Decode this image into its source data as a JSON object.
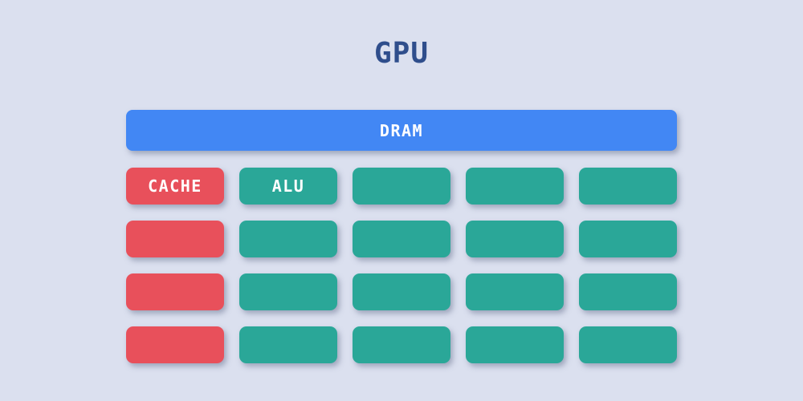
{
  "title": "GPU",
  "dram": {
    "label": "DRAM"
  },
  "grid": {
    "rows": [
      [
        {
          "type": "cache",
          "label": "CACHE"
        },
        {
          "type": "alu",
          "label": "ALU"
        },
        {
          "type": "alu",
          "label": ""
        },
        {
          "type": "alu",
          "label": ""
        },
        {
          "type": "alu",
          "label": ""
        }
      ],
      [
        {
          "type": "cache",
          "label": ""
        },
        {
          "type": "alu",
          "label": ""
        },
        {
          "type": "alu",
          "label": ""
        },
        {
          "type": "alu",
          "label": ""
        },
        {
          "type": "alu",
          "label": ""
        }
      ],
      [
        {
          "type": "cache",
          "label": ""
        },
        {
          "type": "alu",
          "label": ""
        },
        {
          "type": "alu",
          "label": ""
        },
        {
          "type": "alu",
          "label": ""
        },
        {
          "type": "alu",
          "label": ""
        }
      ],
      [
        {
          "type": "cache",
          "label": ""
        },
        {
          "type": "alu",
          "label": ""
        },
        {
          "type": "alu",
          "label": ""
        },
        {
          "type": "alu",
          "label": ""
        },
        {
          "type": "alu",
          "label": ""
        }
      ]
    ]
  },
  "colors": {
    "background": "#DBE0EF",
    "dram_fill": "#4287F4",
    "cache_fill": "#E8505B",
    "alu_fill": "#2AA798",
    "title_text": "#2F4E8C",
    "block_text": "#FFFFFF"
  }
}
